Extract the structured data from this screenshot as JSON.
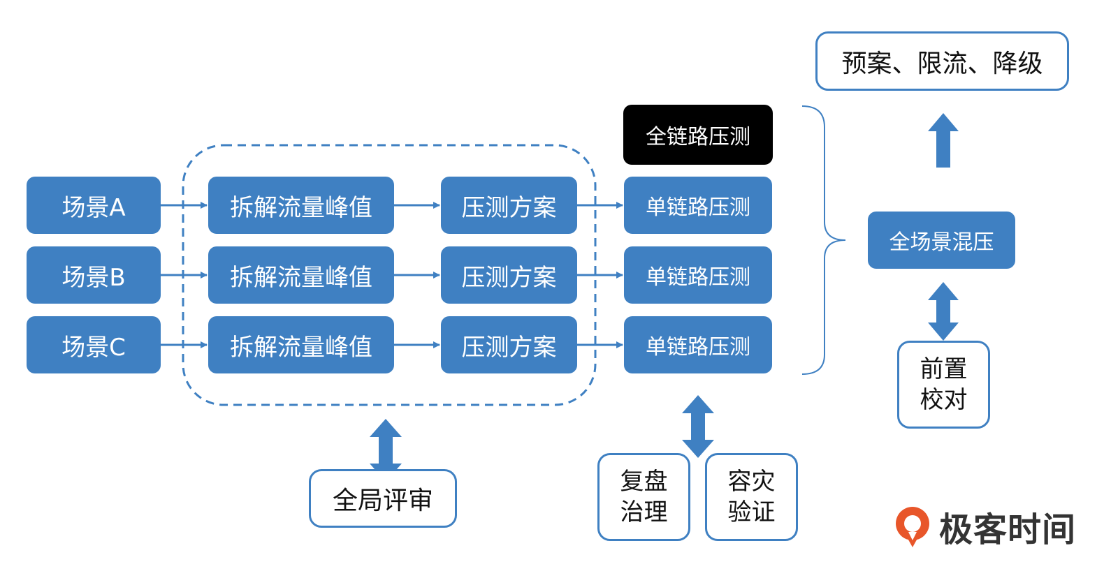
{
  "scenarios": [
    {
      "scene": "场景A",
      "split": "拆解流量峰值",
      "plan": "压测方案",
      "single": "单链路压测"
    },
    {
      "scene": "场景B",
      "split": "拆解流量峰值",
      "plan": "压测方案",
      "single": "单链路压测"
    },
    {
      "scene": "场景C",
      "split": "拆解流量峰值",
      "plan": "压测方案",
      "single": "单链路压测"
    }
  ],
  "full_link": "全链路压测",
  "global_review": "全局评审",
  "review": {
    "line1": "复盘",
    "line2": "治理"
  },
  "disaster": {
    "line1": "容灾",
    "line2": "验证"
  },
  "mixed": "全场景混压",
  "preverify": {
    "line1": "前置",
    "line2": "校对"
  },
  "top_box": "预案、限流、降级",
  "brand": {
    "name": "极客时间"
  },
  "colors": {
    "accent": "#3f80c2",
    "dark": "#000000",
    "logo_orange": "#e8562a"
  }
}
